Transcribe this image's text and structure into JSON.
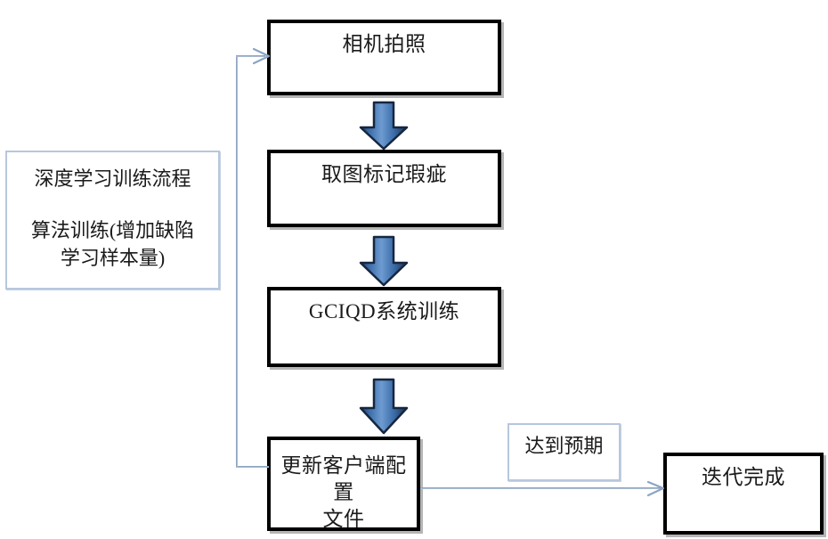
{
  "diagram": {
    "title_note": {
      "line1": "深度学习训练流程",
      "line2": "算法训练(增加缺陷\n学习样本量)"
    },
    "nodes": [
      {
        "id": "camera",
        "label": "相机拍照"
      },
      {
        "id": "mark",
        "label": "取图标记瑕疵"
      },
      {
        "id": "train",
        "label": "GCIQD系统训练"
      },
      {
        "id": "update",
        "label": "更新客户端配置\n文件"
      },
      {
        "id": "done",
        "label": "迭代完成"
      }
    ],
    "edge_labels": [
      {
        "id": "expected",
        "label": "达到预期"
      }
    ],
    "colors": {
      "node_border": "#000000",
      "note_border": "#b7c7dd",
      "connector": "#7e97b8",
      "block_arrow_fill": "#4f81bd",
      "block_arrow_outline": "#1f3864",
      "background": "#ffffff",
      "text": "#1a1a1a"
    }
  }
}
